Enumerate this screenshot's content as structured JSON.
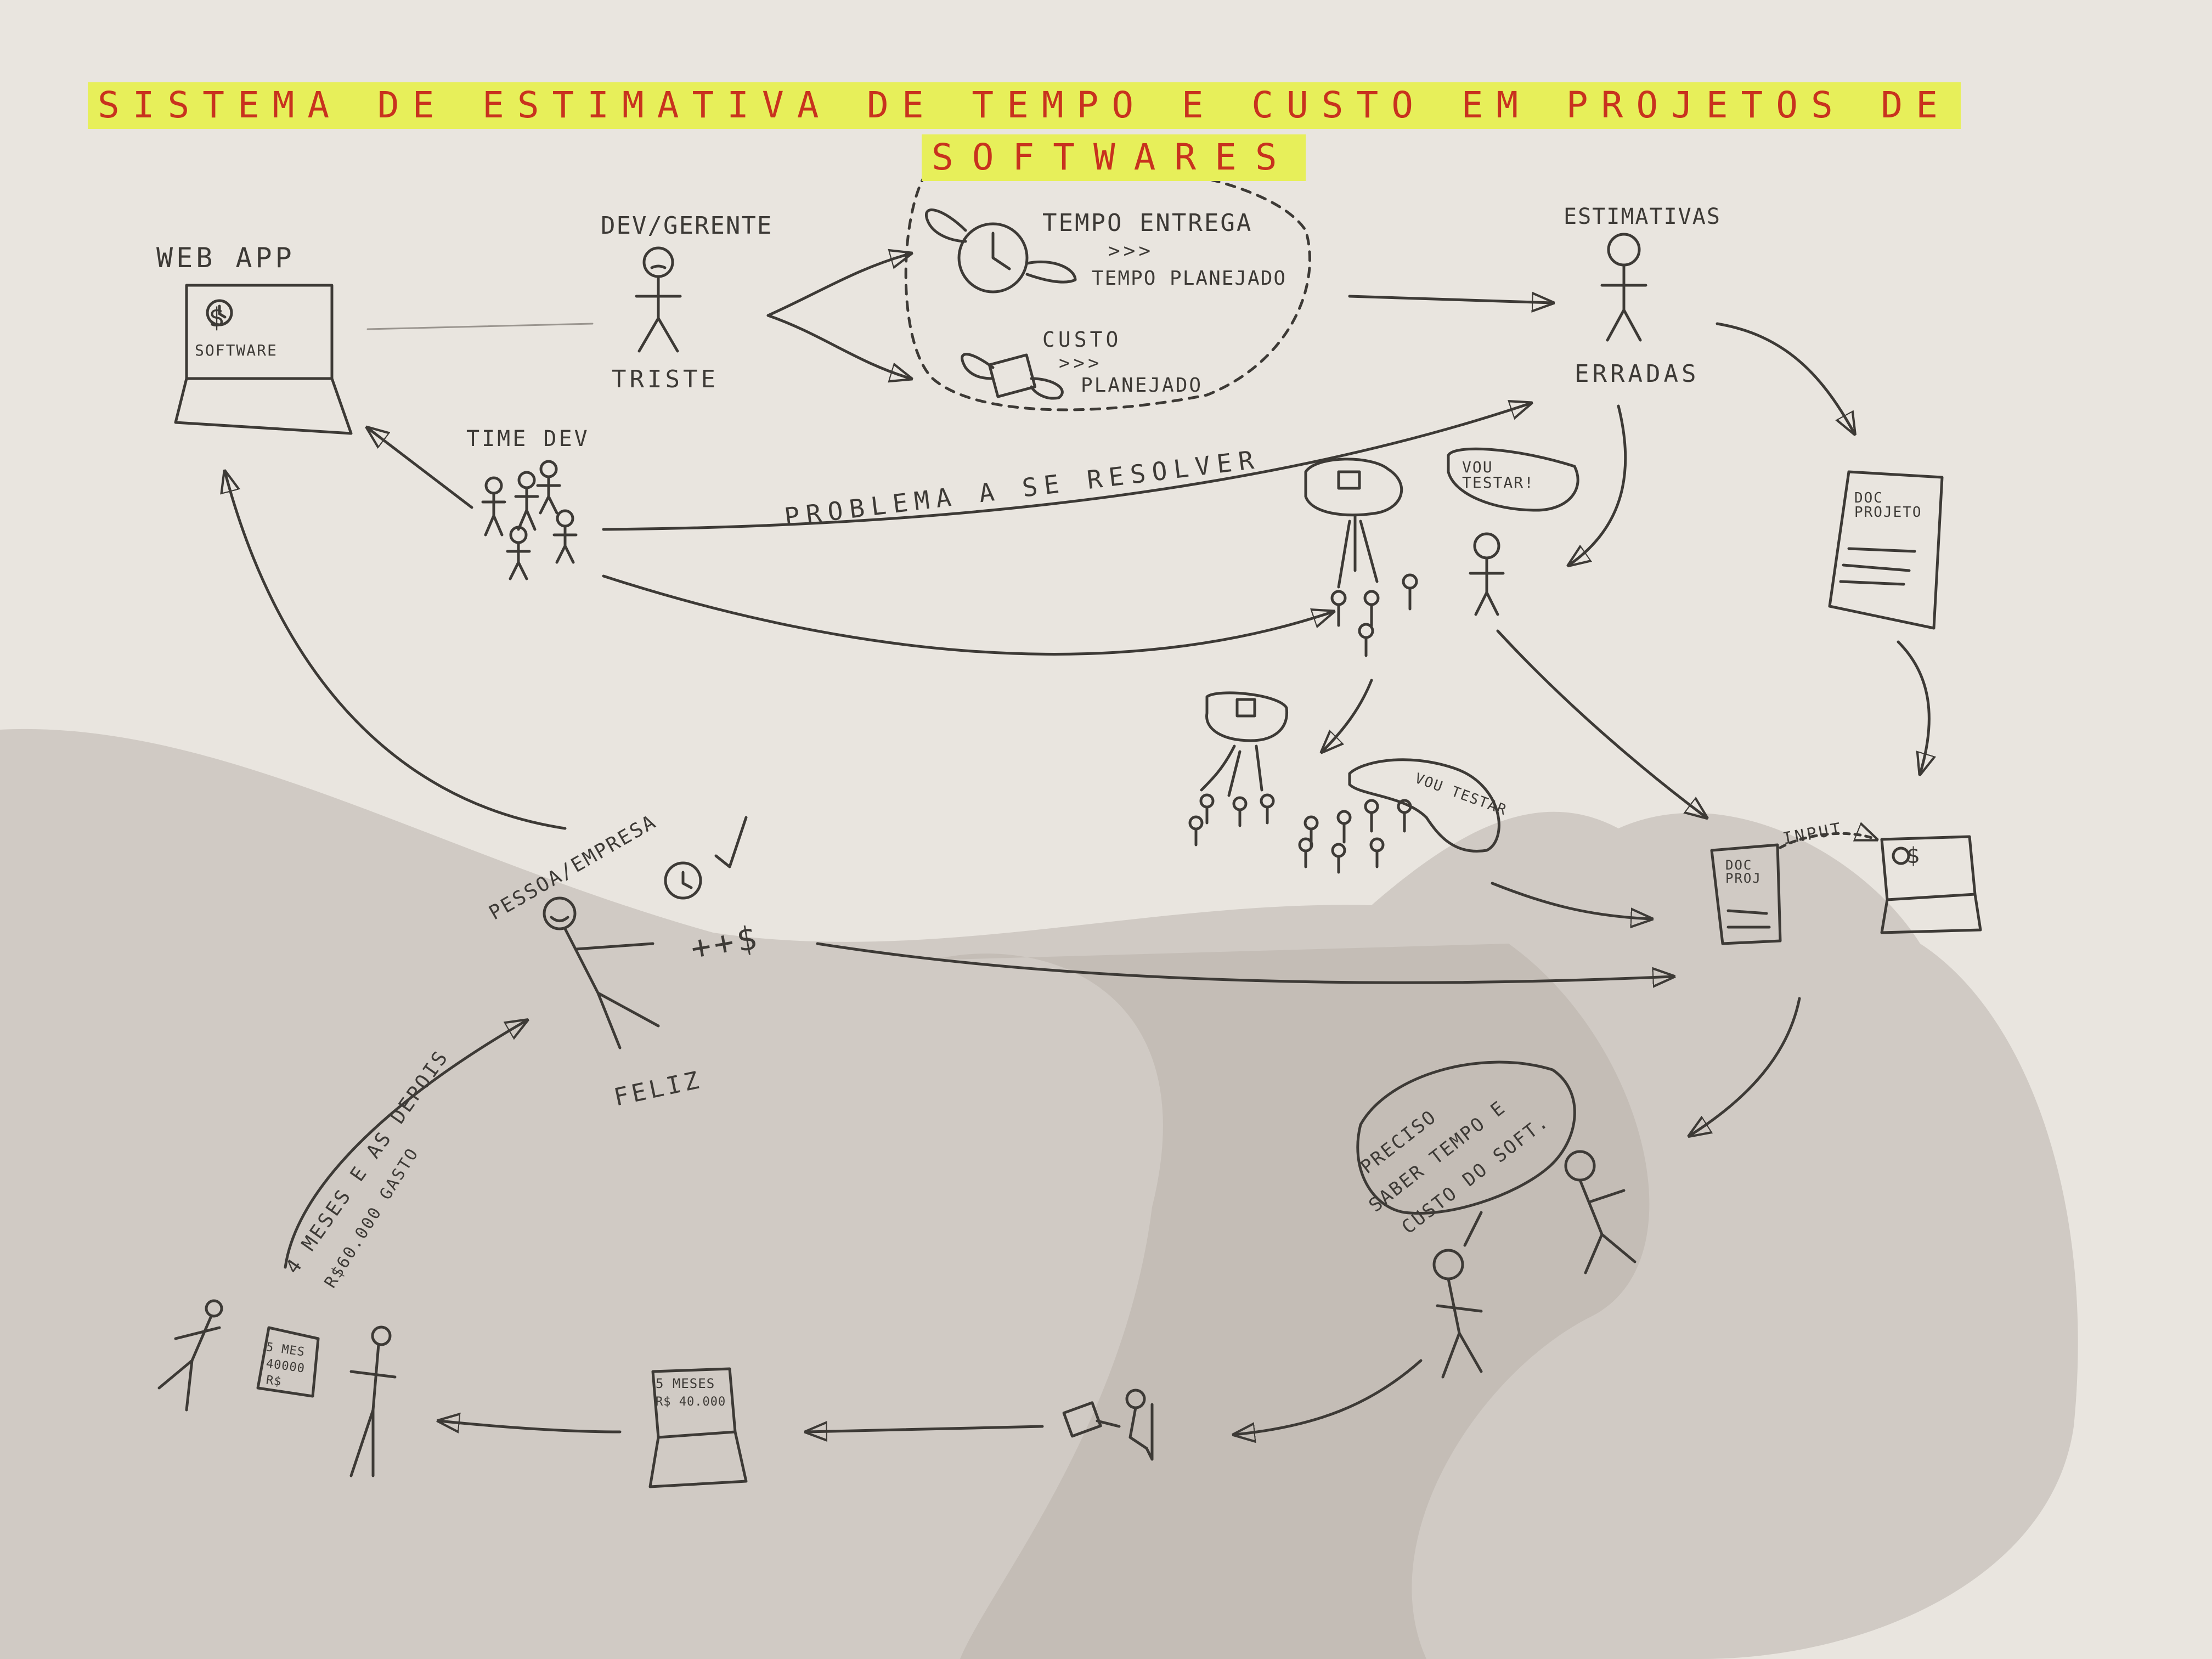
{
  "title": {
    "line1": "SISTEMA DE ESTIMATIVA DE TEMPO E CUSTO EM PROJETOS DE",
    "line2": "SOFTWARES"
  },
  "labels": {
    "web_app": "WEB APP",
    "software": "SOFTWARE",
    "dev_gerente": "DEV/GERENTE",
    "triste": "TRISTE",
    "tempo_entrega": "TEMPO ENTREGA",
    "gt_symbol": ">>>",
    "tempo_planejado": "TEMPO PLANEJADO",
    "custo": "CUSTO",
    "planejado": "PLANEJADO",
    "estimativas": "ESTIMATIVAS",
    "erradas": "ERRADAS",
    "time_dev": "TIME DEV",
    "problema": "PROBLEMA A SE RESOLVER",
    "vou_testar": "VOU TESTAR!",
    "doc_projeto": "DOC PROJETO",
    "vou_testar_plural": "VOU TESTAR",
    "pessoa_empresa": "PESSOA/EMPRESA",
    "mais_dinheiro": "++$",
    "feliz": "FELIZ",
    "input": "INPUT",
    "doc_proj": "DOC PROJ",
    "preciso_line1": "PRECISO",
    "preciso_line2": "SABER TEMPO E",
    "preciso_line3": "CUSTO DO SOFT.",
    "meses_depois": "4 MESES E AS DEPOIS",
    "gasto": "R$60.000 GASTO",
    "contract_line1": "5 MESES",
    "contract_line2": "R$ 40.000",
    "paper_line1": "5 MES",
    "paper_line2": "40000",
    "paper_line3": "R$",
    "dollar": "$"
  },
  "colors": {
    "pencil": "#3d3a36",
    "title_text": "#c8321e",
    "highlight": "#e7ef5a"
  }
}
